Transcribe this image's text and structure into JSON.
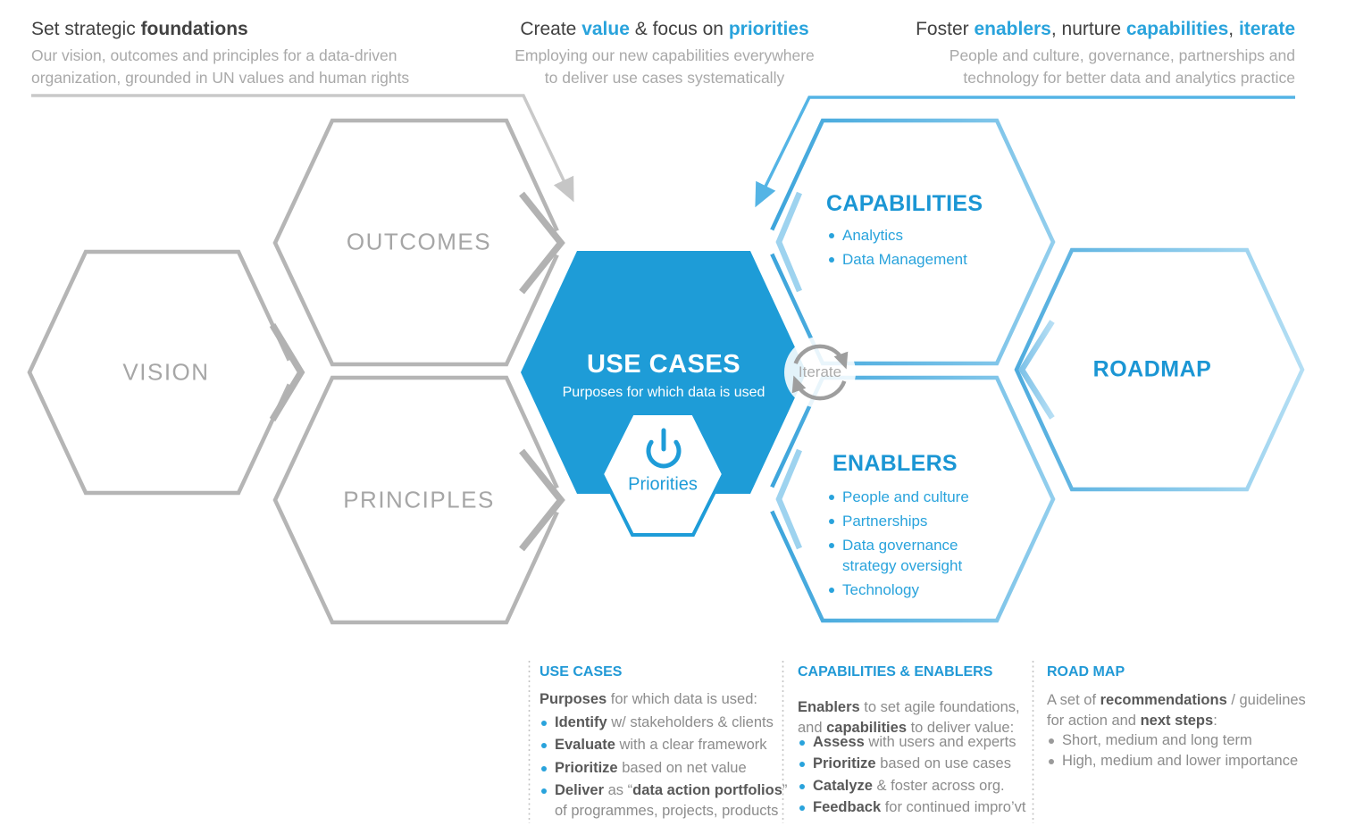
{
  "banner": {
    "left": {
      "title_pre": "Set strategic ",
      "title_bold": "foundations",
      "sub1": "Our vision, outcomes and principles for a data-driven",
      "sub2": "organization, grounded in UN values and human rights"
    },
    "center": {
      "s1": "Create ",
      "s2": "value",
      "s3": " & focus on ",
      "s4": "priorities",
      "sub1": "Employing our new capabilities everywhere",
      "sub2": "to deliver use cases systematically"
    },
    "right": {
      "s1": "Foster ",
      "s2": "enablers",
      "s3": ", nurture ",
      "s4": "capabilities",
      "s5": ", ",
      "s6": "iterate",
      "sub1": "People and culture, governance, partnerships and",
      "sub2": "technology for better data and analytics practice"
    }
  },
  "hexagons": {
    "vision": "VISION",
    "outcomes": "OUTCOMES",
    "principles": "PRINCIPLES",
    "use_cases_title": "USE CASES",
    "use_cases_subtitle": "Purposes for which data is used",
    "priorities": "Priorities",
    "capabilities_title": "CAPABILITIES",
    "capabilities_b1": "Analytics",
    "capabilities_b2": "Data Management",
    "enablers_title": "ENABLERS",
    "enablers_b1": "People and culture",
    "enablers_b2": "Partnerships",
    "enablers_b3a": "Data governance",
    "enablers_b3b": "strategy oversight",
    "enablers_b4": "Technology",
    "roadmap": "ROADMAP",
    "iterate": "Iterate"
  },
  "footer": {
    "col1": {
      "title": "USE CASES",
      "intro_b": "Purposes",
      "intro": " for which data is used:",
      "b1_b": "Identify",
      "b1": " w/ stakeholders & clients",
      "b2_b": "Evaluate",
      "b2": " with a clear framework",
      "b3_b": "Prioritize",
      "b3": " based on net value",
      "b4_b": "Deliver",
      "b4_m": " as “",
      "b4_b2": "data action portfolios",
      "b4_e": "”",
      "b4_line2": "of programmes, projects, products"
    },
    "col2": {
      "title": "CAPABILITIES & ENABLERS",
      "intro1_b": "Enablers",
      "intro1": " to set agile foundations,",
      "intro2_a": "and ",
      "intro2_b": "capabilities",
      "intro2": " to deliver value:",
      "b1_b": "Assess",
      "b1": " with users and experts",
      "b2_b": "Prioritize",
      "b2": " based on use cases",
      "b3_b": "Catalyze",
      "b3": " & foster across org.",
      "b4_b": "Feedback",
      "b4": " for continued impro’vt"
    },
    "col3": {
      "title": "ROAD MAP",
      "intro1_a": "A set of ",
      "intro1_b": "recommendations",
      "intro1": " / guidelines",
      "intro2_a": "for action and ",
      "intro2_b": "next steps",
      "intro2": ":",
      "b1": "Short, medium and long term",
      "b2": "High, medium and lower importance"
    }
  },
  "colors": {
    "primary_blue": "#1E9CD7",
    "accent_blue": "#29A3DC",
    "title_blue": "#1B96D4",
    "outline_blue_start": "#3BA4DB",
    "outline_blue_end": "#92CEED",
    "roadmap_outline_start": "#4FACDE",
    "roadmap_outline_end": "#B5DFF4",
    "gray_outline": "#B5B5B5",
    "gray_label": "#A6A6A6",
    "dark_text": "#414141",
    "body_gray": "#8C8C8C"
  }
}
